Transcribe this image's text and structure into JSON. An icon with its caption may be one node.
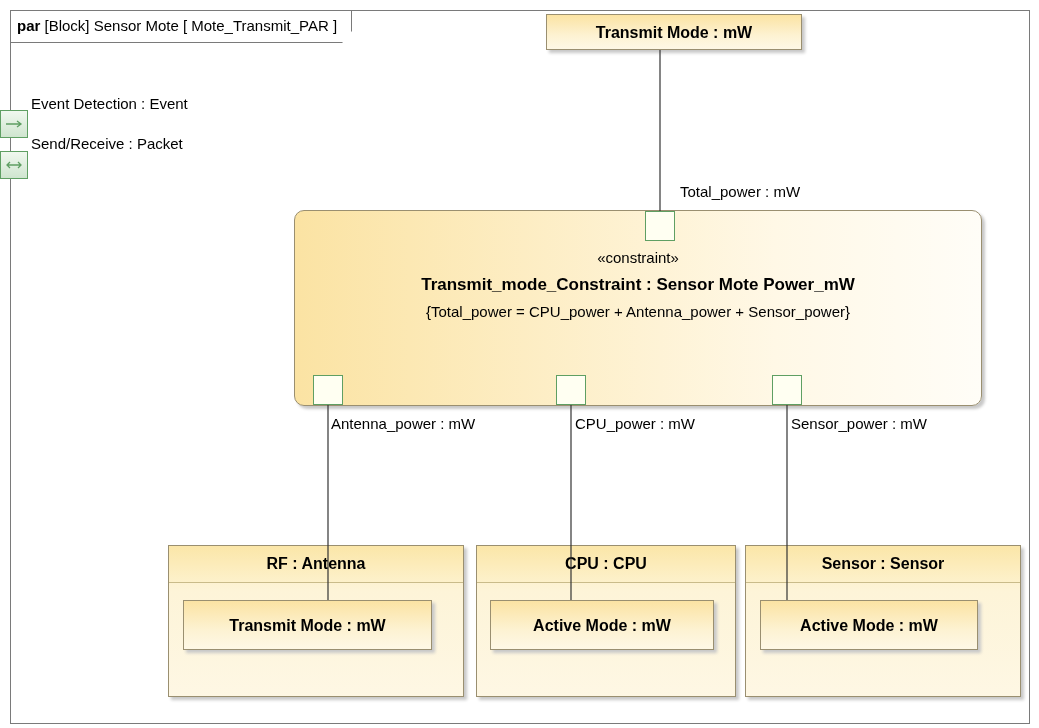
{
  "diagram": {
    "nodes": [
      {
        "text": [
          "**par** [Block] Sensor Mote [ Mote_Transmit_PAR ]"
        ]
      },
      {
        "text": [],
        "shape": "box",
        "beside": [
          "Event Detection : Event"
        ]
      },
      {
        "text": [],
        "shape": "box",
        "beside": [
          "Send/Receive : Packet"
        ]
      },
      {
        "text": [
          "Transmit Mode : mW"
        ],
        "in": 0
      },
      {
        "text": [
          "«constraint»",
          "Transmit_mode_Constraint : Sensor Mote Power_mW",
          "{Total_power = CPU_power + Antenna_power + Sensor_power}"
        ],
        "in": 0
      },
      {
        "text": [],
        "shape": "box",
        "in": 4,
        "beside": [
          "Total_power : mW"
        ]
      },
      {
        "text": [],
        "shape": "box",
        "in": 4,
        "beside": [
          "Antenna_power : mW"
        ]
      },
      {
        "text": [],
        "shape": "box",
        "in": 4,
        "beside": [
          "CPU_power : mW"
        ]
      },
      {
        "text": [],
        "shape": "box",
        "in": 4,
        "beside": [
          "Sensor_power : mW"
        ]
      },
      {
        "text": [
          "RF : Antenna"
        ],
        "in": 0
      },
      {
        "text": [
          "Transmit Mode : mW"
        ],
        "in": 9
      },
      {
        "text": [
          "CPU : CPU"
        ],
        "in": 0
      },
      {
        "text": [
          "Active Mode : mW"
        ],
        "in": 11
      },
      {
        "text": [
          "Sensor : Sensor"
        ],
        "in": 0
      },
      {
        "text": [
          "Active Mode : mW"
        ],
        "in": 13
      }
    ],
    "edges": [
      {
        "from": 3,
        "to": 5,
        "arrow": "none"
      },
      {
        "from": 6,
        "to": 10,
        "arrow": "none"
      },
      {
        "from": 7,
        "to": 12,
        "arrow": "none"
      },
      {
        "from": 8,
        "to": 14,
        "arrow": "none"
      }
    ]
  }
}
